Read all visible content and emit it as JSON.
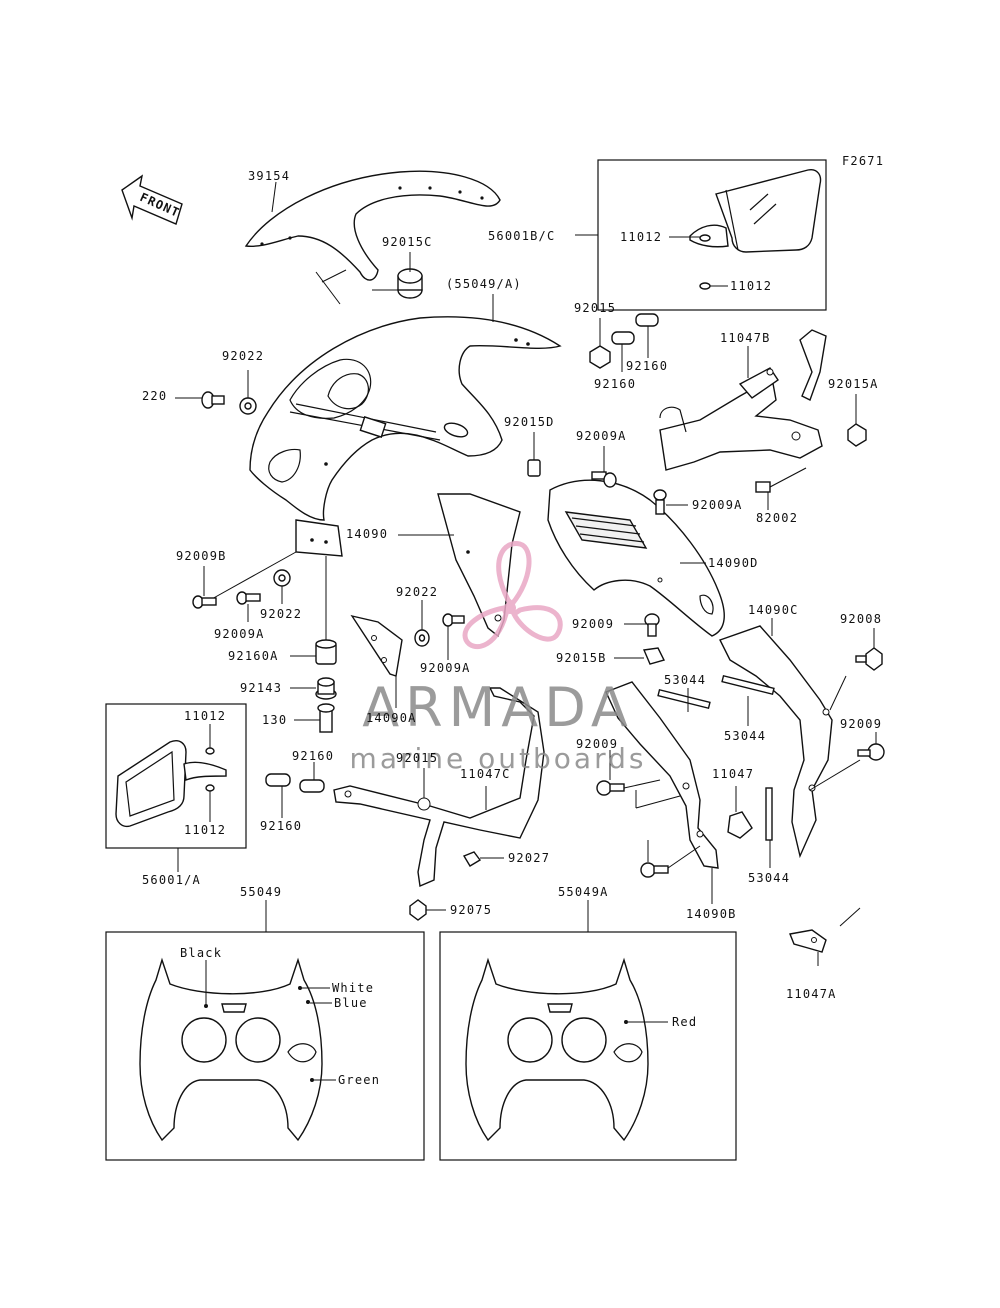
{
  "figure_code": "F2671",
  "direction": "FRONT",
  "watermark": {
    "title": "ARMADA",
    "subtitle": "marine outboards",
    "color": "#e9a7c5",
    "text_color": "#8a8a8a"
  },
  "part_labels": [
    "39154",
    "92015C",
    "(55049/A)",
    "56001B/C",
    "11012",
    "11012",
    "92015",
    "92160",
    "92160",
    "11047B",
    "92015A",
    "92022",
    "220",
    "92015D",
    "92009A",
    "92009A",
    "82002",
    "14090",
    "14090D",
    "92009B",
    "92009A",
    "92022",
    "92022",
    "92009A",
    "92160A",
    "92009",
    "14090C",
    "92008",
    "92015B",
    "53044",
    "53044",
    "92143",
    "14090A",
    "130",
    "92160",
    "92015",
    "11047C",
    "92009",
    "11047",
    "92009",
    "92160",
    "92027",
    "92075",
    "53044",
    "14090B",
    "11047A",
    "11012",
    "11012",
    "56001/A",
    "55049",
    "55049A"
  ],
  "color_callouts": {
    "cowl_55049": [
      "Black",
      "White",
      "Blue",
      "Green"
    ],
    "cowl_55049A": [
      "Red"
    ]
  }
}
